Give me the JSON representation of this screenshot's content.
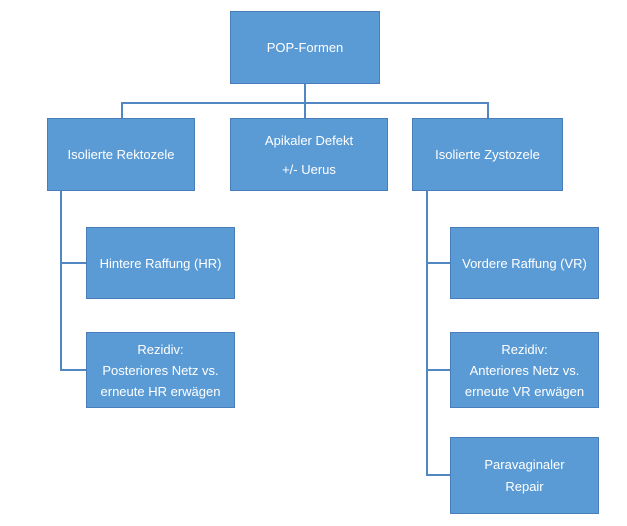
{
  "diagram": {
    "type": "hierarchy-flowchart",
    "root_label": "POP-Formen",
    "colors": {
      "box_fill": "#5B9BD5",
      "box_border": "#4A7EBB",
      "connector": "#5188C4",
      "text": "#FFFFFF",
      "background": "#FFFFFF"
    },
    "nodes": {
      "root": {
        "lines": [
          "POP-Formen"
        ]
      },
      "rektozele": {
        "lines": [
          "Isolierte Rektozele"
        ]
      },
      "apikal": {
        "lines": [
          "Apikaler Defekt",
          "+/- Uerus"
        ]
      },
      "zystozele": {
        "lines": [
          "Isolierte Zystozele"
        ]
      },
      "hr": {
        "lines": [
          "Hintere Raffung (HR)"
        ]
      },
      "hr_rezidiv": {
        "lines": [
          "Rezidiv:",
          "Posteriores Netz vs.",
          "erneute HR erwägen"
        ]
      },
      "vr": {
        "lines": [
          "Vordere Raffung (VR)"
        ]
      },
      "vr_rezidiv": {
        "lines": [
          "Rezidiv:",
          "Anteriores Netz vs.",
          "erneute VR erwägen"
        ]
      },
      "paravaginal": {
        "lines": [
          "Paravaginaler",
          "Repair"
        ]
      }
    },
    "edges": [
      "POP-Formen -> Isolierte Rektozele",
      "POP-Formen -> Apikaler Defekt +/- Uerus",
      "POP-Formen -> Isolierte Zystozele",
      "Isolierte Rektozele -> Hintere Raffung (HR)",
      "Isolierte Rektozele -> Rezidiv: Posteriores Netz vs. erneute HR erwägen",
      "Isolierte Zystozele -> Vordere Raffung (VR)",
      "Isolierte Zystozele -> Rezidiv: Anteriores Netz vs. erneute VR erwägen",
      "Isolierte Zystozele -> Paravaginaler Repair"
    ]
  }
}
